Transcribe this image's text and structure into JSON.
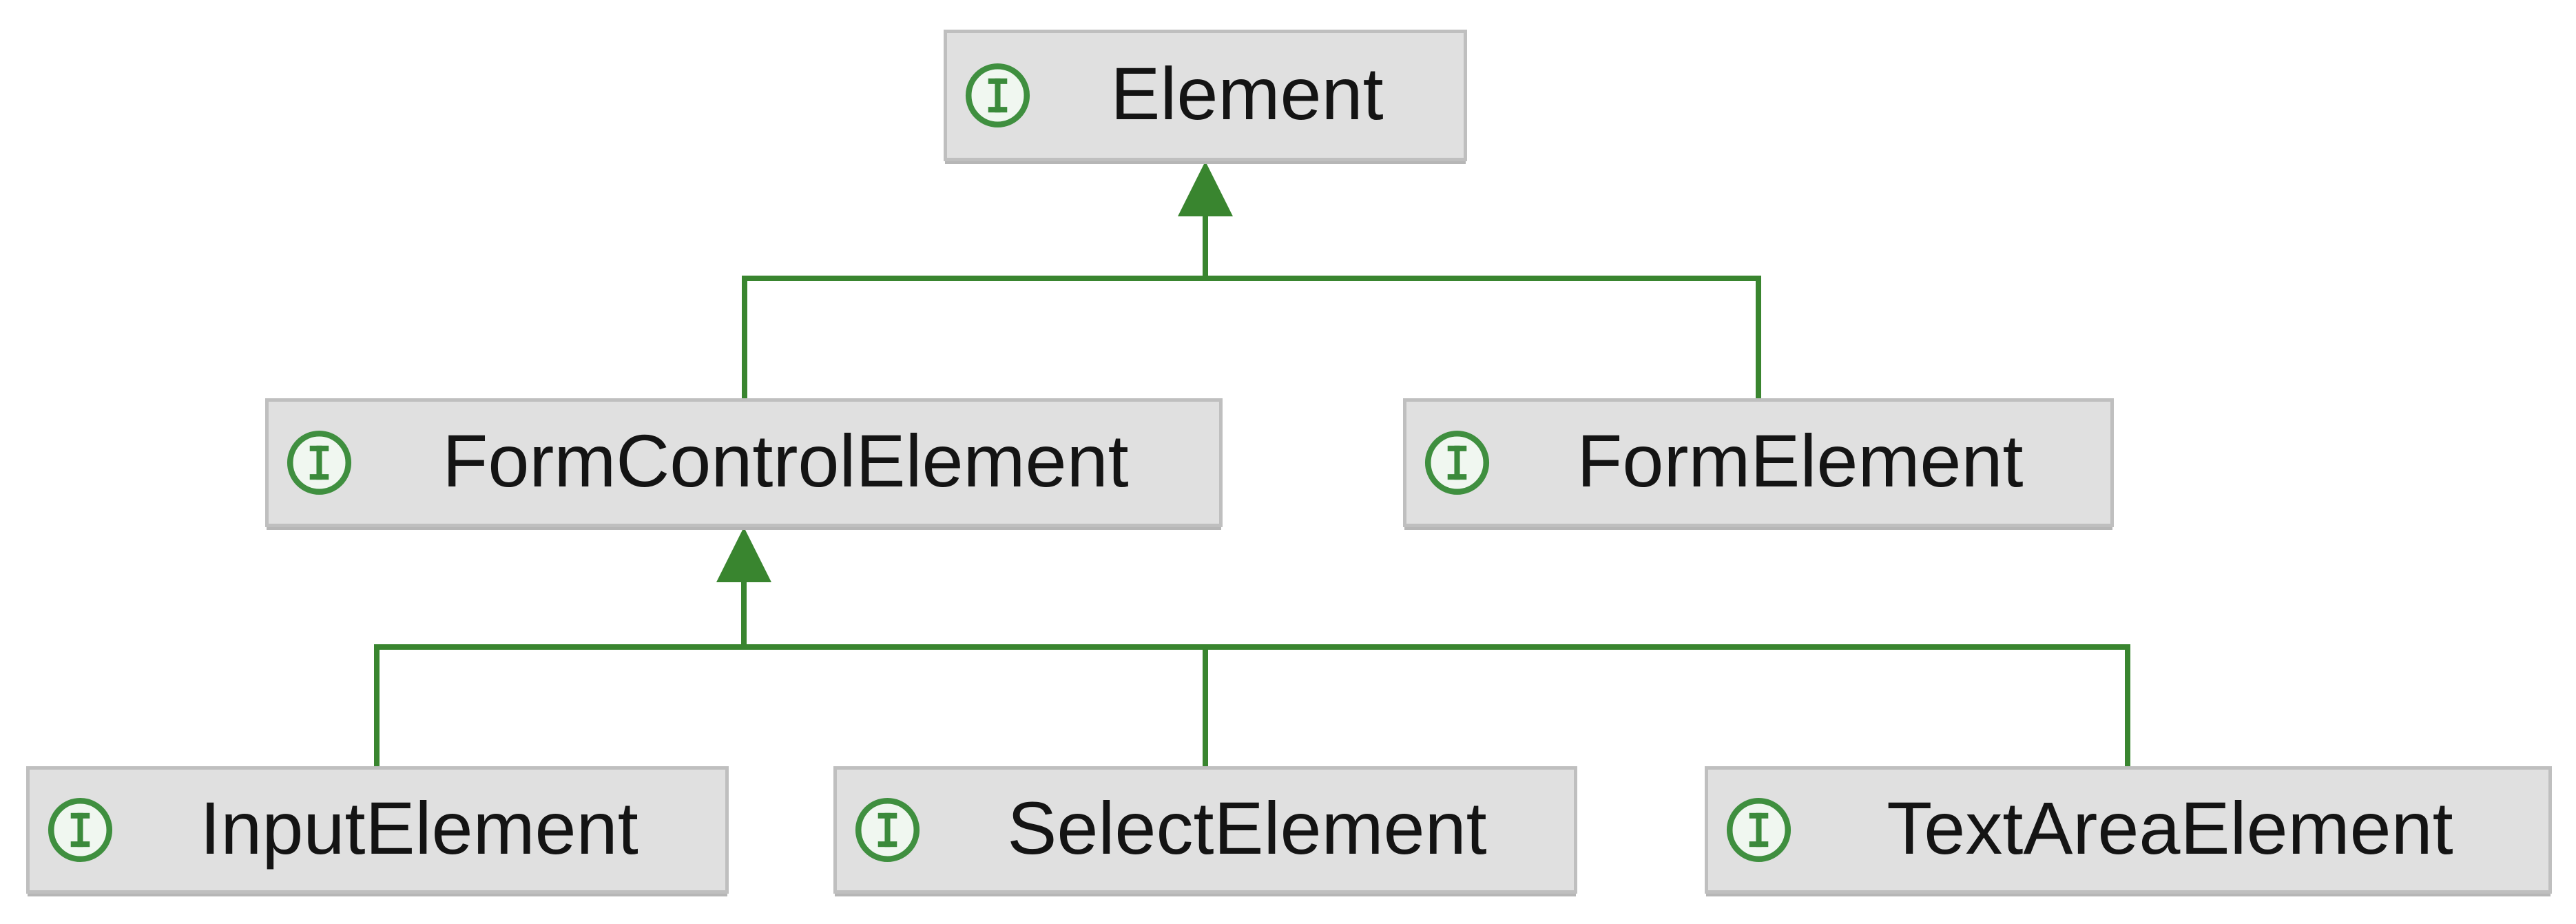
{
  "diagram": {
    "type": "interface-inheritance-hierarchy",
    "colors": {
      "background": "#ffffff",
      "edge": "#39852f",
      "icon_ring": "#3f8f3f",
      "icon_fill": "#f0f7f0",
      "icon_glyph": "#3b8a3b",
      "node_fill": "#e0e0e0",
      "node_border": "#bfbfbf",
      "text": "#141414"
    },
    "nodes": {
      "element": {
        "label": "Element",
        "kind": "interface"
      },
      "form_control_element": {
        "label": "FormControlElement",
        "kind": "interface"
      },
      "form_element": {
        "label": "FormElement",
        "kind": "interface"
      },
      "input_element": {
        "label": "InputElement",
        "kind": "interface"
      },
      "select_element": {
        "label": "SelectElement",
        "kind": "interface"
      },
      "text_area_element": {
        "label": "TextAreaElement",
        "kind": "interface"
      }
    },
    "relations": [
      {
        "child": "FormControlElement",
        "parent": "Element"
      },
      {
        "child": "FormElement",
        "parent": "Element"
      },
      {
        "child": "InputElement",
        "parent": "FormControlElement"
      },
      {
        "child": "SelectElement",
        "parent": "FormControlElement"
      },
      {
        "child": "TextAreaElement",
        "parent": "FormControlElement"
      }
    ]
  }
}
